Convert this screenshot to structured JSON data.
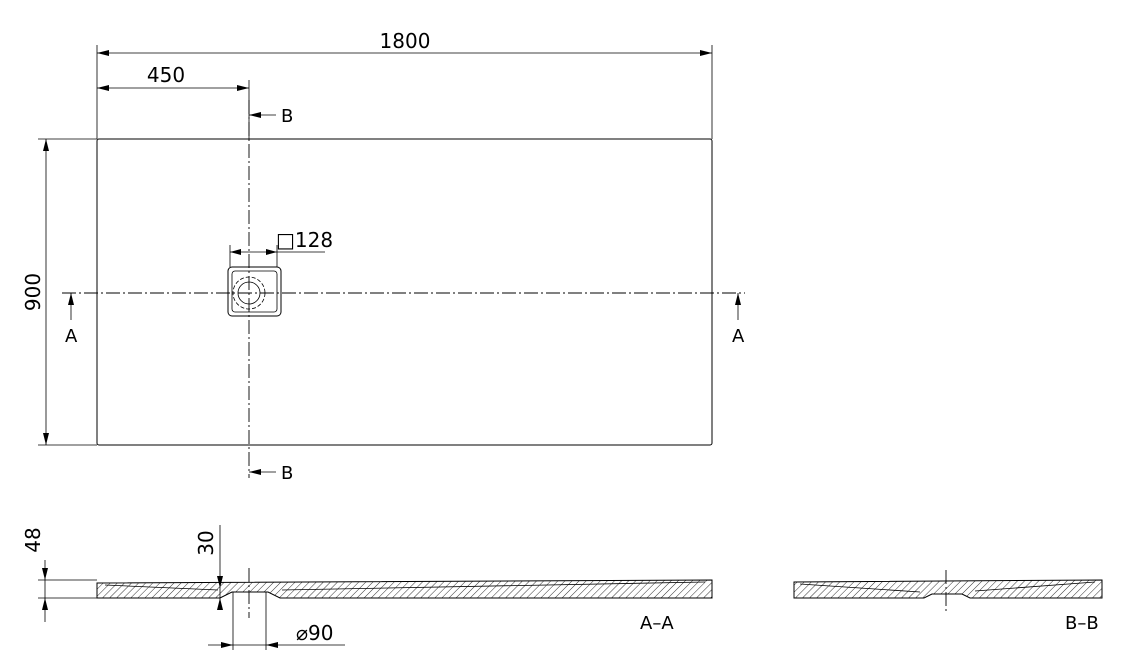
{
  "dimensions": {
    "length": "1800",
    "drain_offset": "450",
    "width": "900",
    "drain_size": "□128",
    "total_height": "48",
    "drain_depth": "30",
    "outlet_diameter": "⌀90"
  },
  "section_markers": {
    "a_left": "A",
    "a_right": "A",
    "b_top": "B",
    "b_bottom": "B"
  },
  "sections": {
    "aa": "A–A",
    "bb": "B–B"
  }
}
